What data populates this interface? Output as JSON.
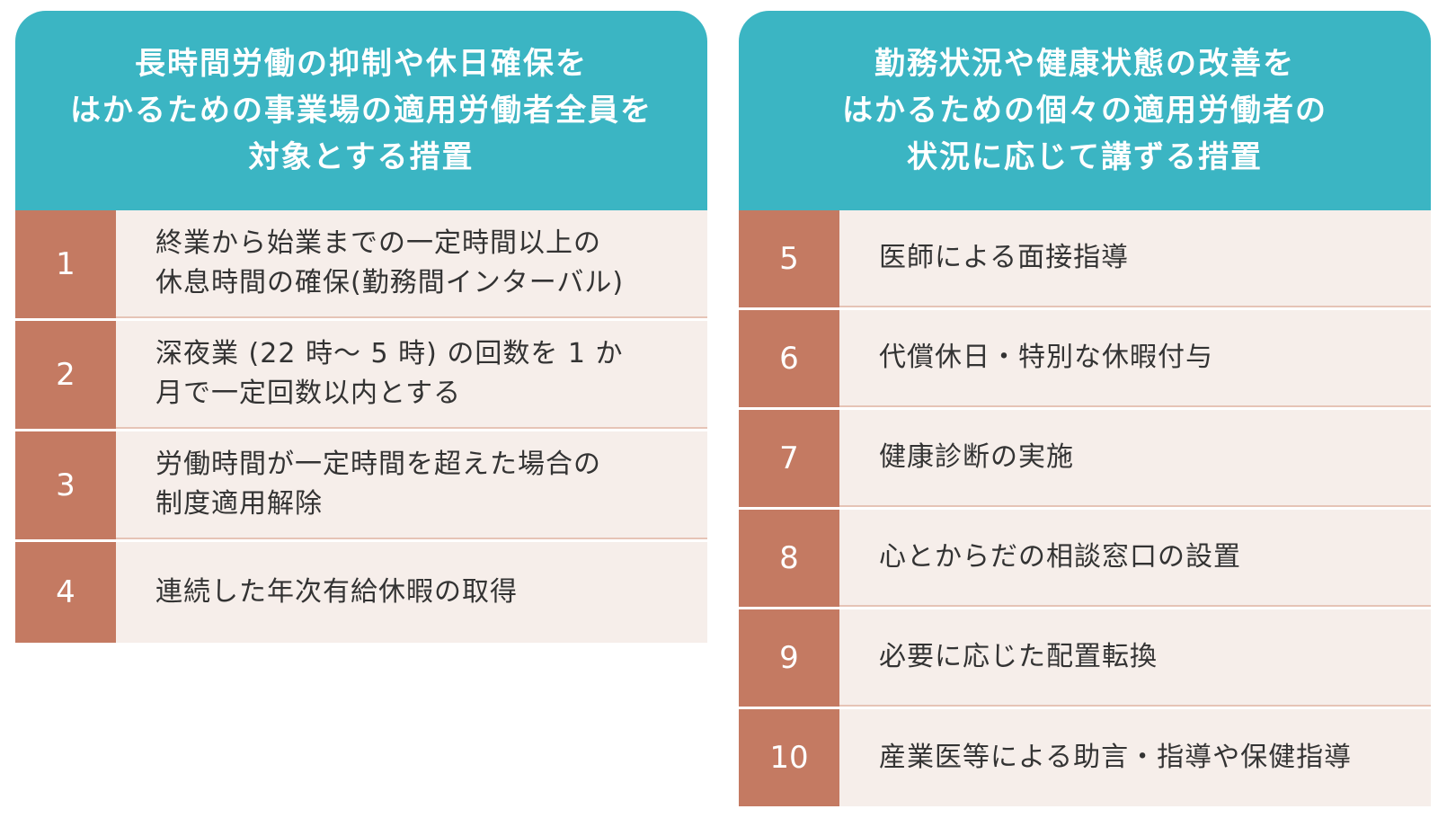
{
  "colors": {
    "header_bg": "#3bb5c3",
    "number_bg": "#c47a62",
    "row_bg": "#f6eeea",
    "divider": "#e6c4b6"
  },
  "left_panel": {
    "header_lines": [
      "長時間労働の抑制や休日確保を",
      "はかるための事業場の適用労働者全員を",
      "対象とする措置"
    ],
    "items": [
      {
        "number": "1",
        "lines": [
          "終業から始業までの一定時間以上の",
          "休息時間の確保(勤務間インターバル)"
        ]
      },
      {
        "number": "2",
        "lines": [
          "深夜業 (22 時～ 5 時) の回数を 1 か",
          "月で一定回数以内とする"
        ]
      },
      {
        "number": "3",
        "lines": [
          "労働時間が一定時間を超えた場合の",
          "制度適用解除"
        ]
      },
      {
        "number": "4",
        "lines": [
          "連続した年次有給休暇の取得"
        ]
      }
    ]
  },
  "right_panel": {
    "header_lines": [
      "勤務状況や健康状態の改善を",
      "はかるための個々の適用労働者の",
      "状況に応じて講ずる措置"
    ],
    "items": [
      {
        "number": "5",
        "lines": [
          "医師による面接指導"
        ]
      },
      {
        "number": "6",
        "lines": [
          "代償休日・特別な休暇付与"
        ]
      },
      {
        "number": "7",
        "lines": [
          "健康診断の実施"
        ]
      },
      {
        "number": "8",
        "lines": [
          "心とからだの相談窓口の設置"
        ]
      },
      {
        "number": "9",
        "lines": [
          "必要に応じた配置転換"
        ]
      },
      {
        "number": "10",
        "lines": [
          "産業医等による助言・指導や保健指導"
        ]
      }
    ]
  }
}
